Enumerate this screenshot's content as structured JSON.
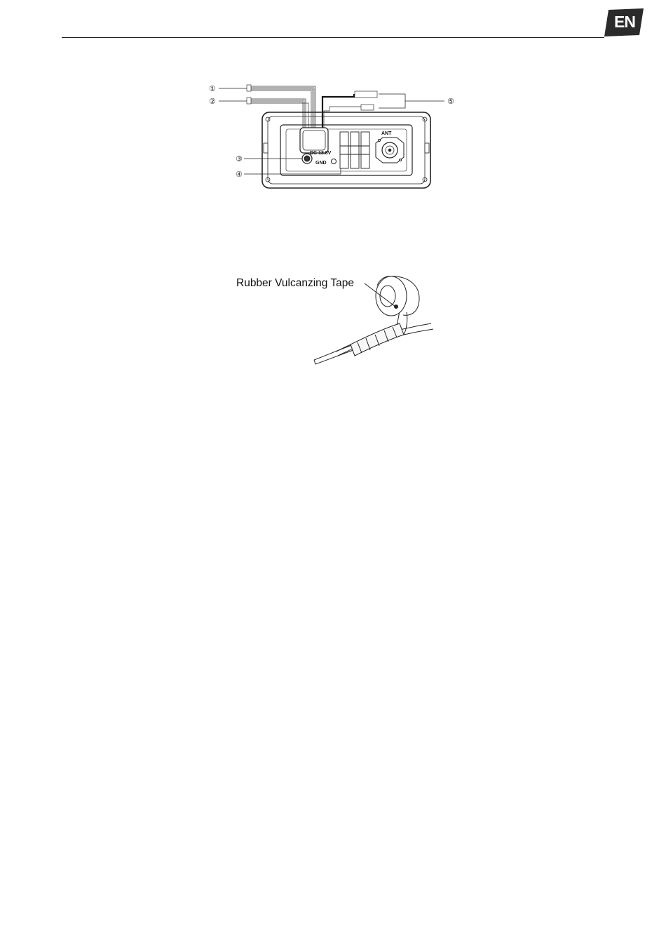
{
  "header": {
    "language_badge": "EN",
    "badge_color": "#2b2b2b"
  },
  "figure_rear_panel": {
    "callouts": [
      "①",
      "②",
      "③",
      "④",
      "⑤"
    ],
    "panel_labels": {
      "power": "DC 13.8V",
      "antenna": "ANT",
      "gnd": "GND"
    }
  },
  "figure_tape": {
    "label": "Rubber Vulcanzing Tape"
  }
}
